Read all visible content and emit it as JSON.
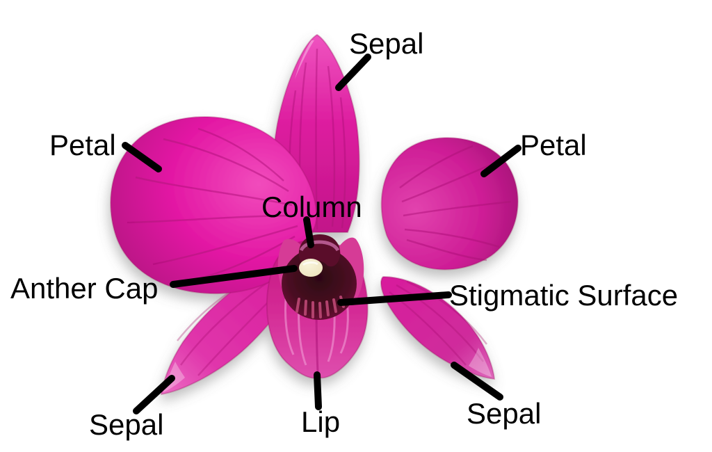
{
  "diagram": {
    "subject": "Orchid flower anatomy diagram",
    "background_color": "#ffffff",
    "label_text_color": "#000000",
    "leader_line_color": "#000000",
    "flower_colors": {
      "petal_magenta": "#e318a4",
      "petal_dark_edge": "#9e1166",
      "petal_highlight": "#f14cbc",
      "right_petal_dusky": "#ce1d96",
      "lip_pink": "#d42a95",
      "throat_maroon": "#4a0b22",
      "anther_cap_cream": "#efe6c3",
      "stigmatic_fringe": "#b2436d",
      "shadow_gray": "#6f6f6f"
    },
    "labels": [
      {
        "id": "sepal-top",
        "text": "Sepal"
      },
      {
        "id": "petal-left",
        "text": "Petal"
      },
      {
        "id": "petal-right",
        "text": "Petal"
      },
      {
        "id": "column",
        "text": "Column"
      },
      {
        "id": "anther-cap",
        "text": "Anther Cap"
      },
      {
        "id": "stigmatic-surface",
        "text": "Stigmatic Surface"
      },
      {
        "id": "lip",
        "text": "Lip"
      },
      {
        "id": "sepal-bottom-left",
        "text": "Sepal"
      },
      {
        "id": "sepal-bottom-right",
        "text": "Sepal"
      }
    ]
  }
}
